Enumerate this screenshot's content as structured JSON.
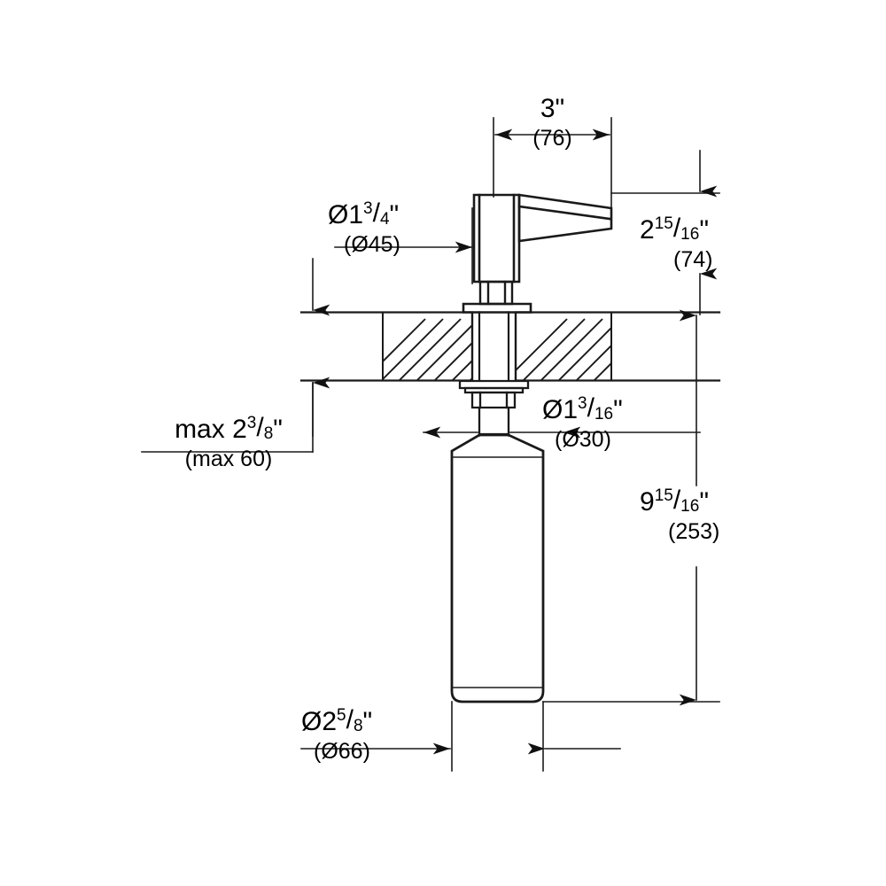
{
  "document": {
    "type": "technical-dimension-drawing",
    "subject": "kitchen sink soap dispenser",
    "background_color": "#ffffff",
    "line_color": "#1a1a1a"
  },
  "dimensions": {
    "spout_reach": {
      "name": "spout-reach",
      "imperial_whole": "3",
      "imperial_num": "",
      "imperial_den": "",
      "inch_mark": "\"",
      "metric": "(76)",
      "orientation": "horizontal"
    },
    "head_diameter": {
      "name": "head-diameter",
      "diameter_symbol": "Ø",
      "imperial_whole": "1",
      "imperial_num": "3",
      "imperial_den": "4",
      "inch_mark": "\"",
      "metric": "(Ø45)",
      "orientation": "horizontal"
    },
    "spout_height": {
      "name": "spout-height-above-deck",
      "imperial_whole": "2",
      "imperial_num": "15",
      "imperial_den": "16",
      "inch_mark": "\"",
      "metric": "(74)",
      "orientation": "vertical"
    },
    "max_deck_thickness": {
      "name": "max-deck-thickness",
      "prefix": "max ",
      "imperial_whole": "2",
      "imperial_num": "3",
      "imperial_den": "8",
      "inch_mark": "\"",
      "metric": "(max 60)",
      "orientation": "vertical"
    },
    "shank_diameter": {
      "name": "shank-diameter",
      "diameter_symbol": "Ø",
      "imperial_whole": "1",
      "imperial_num": "3",
      "imperial_den": "16",
      "inch_mark": "\"",
      "metric": "(Ø30)",
      "orientation": "horizontal"
    },
    "overall_height": {
      "name": "overall-height",
      "imperial_whole": "9",
      "imperial_num": "15",
      "imperial_den": "16",
      "inch_mark": "\"",
      "metric": "(253)",
      "orientation": "vertical"
    },
    "bottle_diameter": {
      "name": "bottle-diameter",
      "diameter_symbol": "Ø",
      "imperial_whole": "2",
      "imperial_num": "5",
      "imperial_den": "8",
      "inch_mark": "\"",
      "metric": "(Ø66)",
      "orientation": "horizontal"
    }
  }
}
